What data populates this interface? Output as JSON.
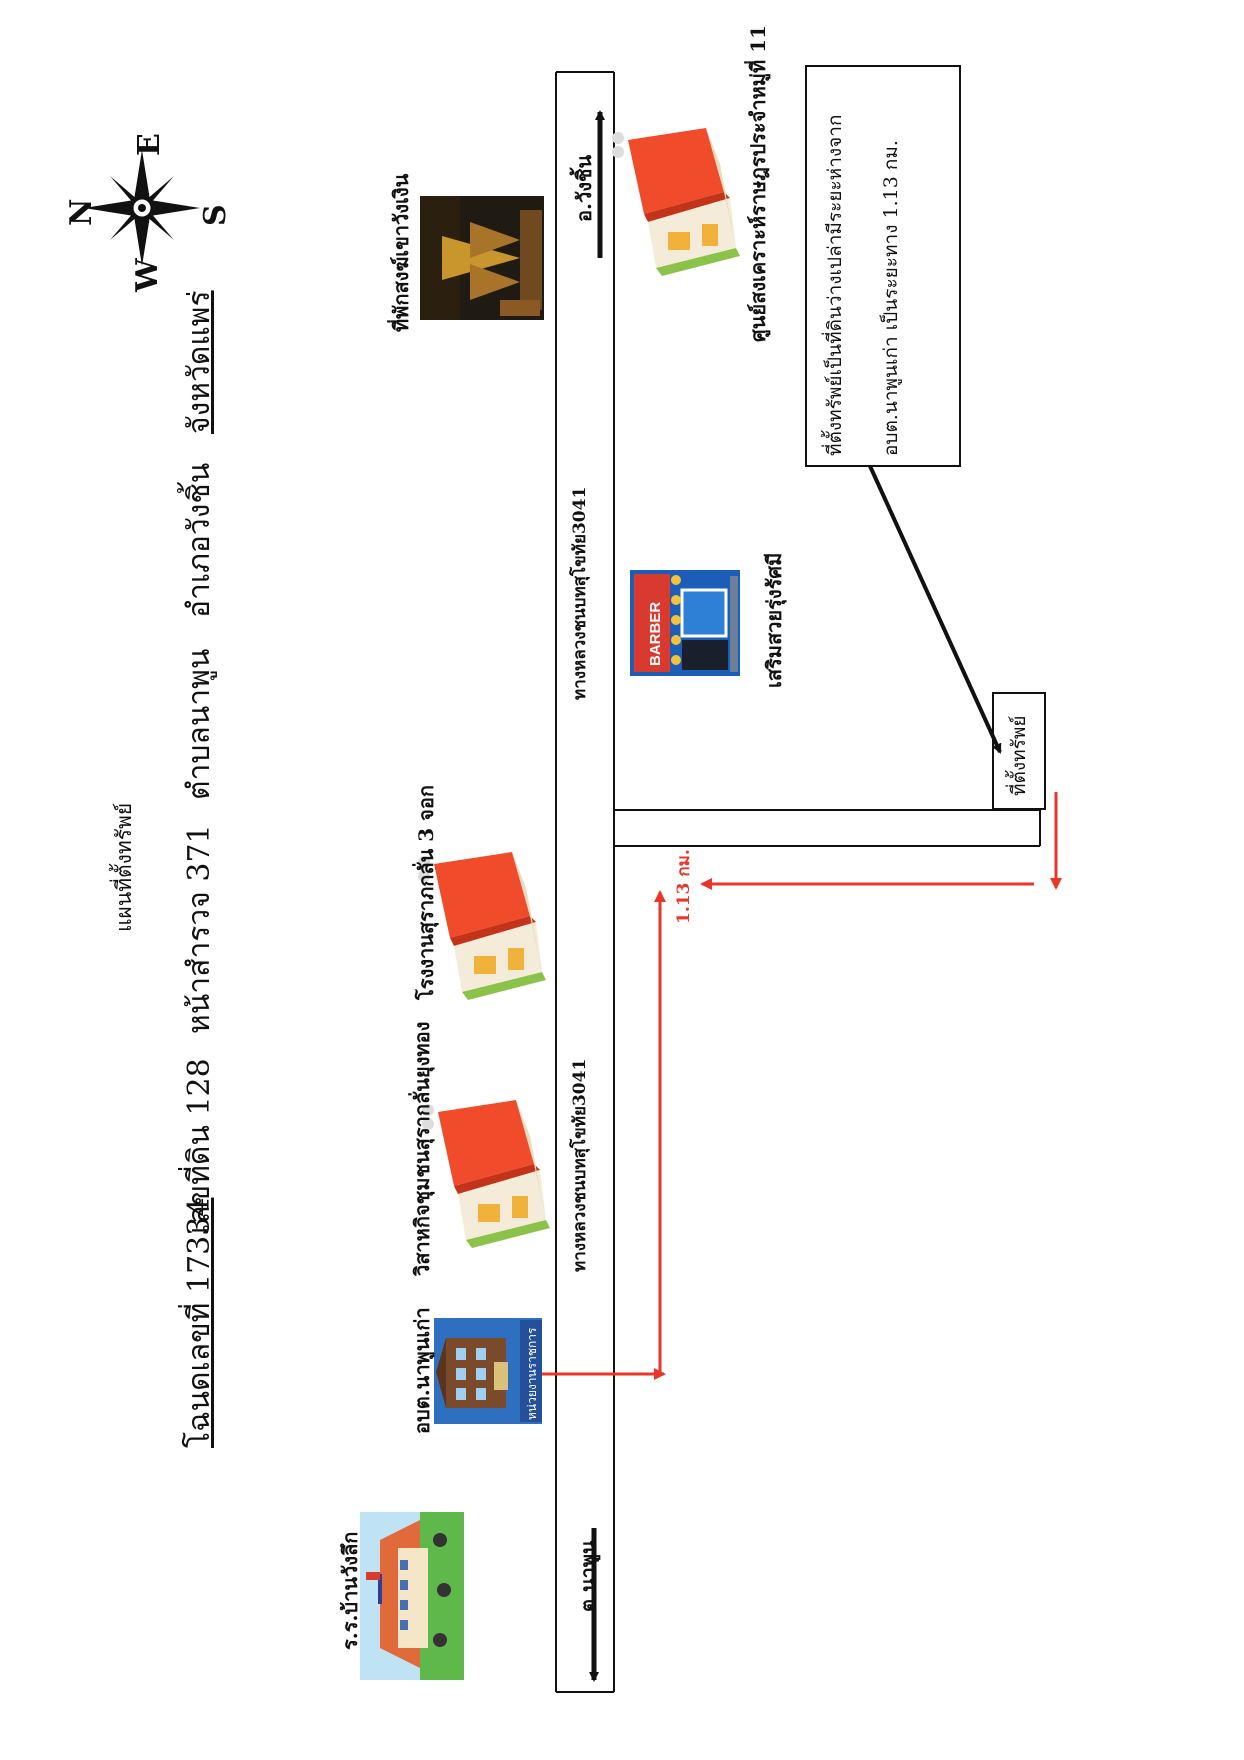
{
  "map": {
    "title": "แผนที่ตั้งทรัพย์",
    "deed_line": {
      "deed": "โฉนดเลขที่ 17334",
      "parcel": "เลขที่ดิน 128",
      "survey_page": "หน้าสำรวจ 371",
      "subdistrict": "ตำบลนาพูน",
      "district": "อำเภอวังชิ้น",
      "province": "จังหวัดแพร่"
    },
    "compass": {
      "n": "N",
      "e": "E",
      "s": "S",
      "w": "W"
    }
  },
  "landmarks": {
    "temple": "ที่พักสงฆ์เขาวังเงิน",
    "community_center": "ศูนย์สงเคราะห์ราษฎรประจำหมู่ที่ 11",
    "barber": "เสริมสวยรุ่งรัศมี",
    "barber_sign": "BARBER",
    "factory": "โรงงานสุราภกลั่น 3 จอก",
    "enterprise": "วิสาหกิจชุมชนสุรากลั่นยุงทอง",
    "tao": "อบต.นาพูนเก่า",
    "tao_sign": "หน่วยงานราชการ",
    "school": "ร.ร.บ้านวังลึก"
  },
  "roads": {
    "upper": "ทางหลวงชนบทสุโขทัย3041",
    "lower": "ทางหลวงชนบทสุโขทัย3041",
    "dir_up": "อ.วังชิ้น",
    "dir_down": "ต.นาพูน"
  },
  "route": {
    "distance_label": "1.13 กม.",
    "property_label": "ที่ตั้งทรัพย์"
  },
  "infobox": {
    "line1": "ที่ตั้งทรัพย์เป็นที่ดินว่างเปล่ามีระยะห่างจาก",
    "line2": "อบต.นาพูนเก่า เป็นระยะทาง 1.13 กม."
  },
  "colors": {
    "route": "#e8362a",
    "roof": "#f04b2a",
    "tao_blue": "#2e6fc0",
    "barber_blue": "#1c5db8"
  },
  "icons": [
    "compass-rose-icon",
    "house-icon",
    "barber-shop-icon",
    "government-building-icon",
    "school-icon",
    "temple-photo"
  ]
}
